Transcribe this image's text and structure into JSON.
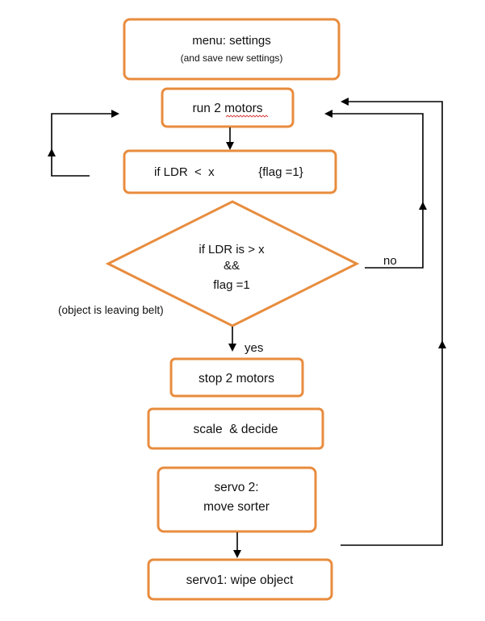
{
  "colors": {
    "box_border": "#e88c3e",
    "box_fill": "#ffffff",
    "arrow": "#000000",
    "text": "#111111",
    "spellcheck_underline": "#d93b3b"
  },
  "nodes": {
    "menu": {
      "line1": "menu: settings",
      "line2": "(and save new settings)"
    },
    "run": {
      "label": "run 2 motors"
    },
    "if_ldr_lt": {
      "label": "if LDR  <  x",
      "flag": "{flag =1}"
    },
    "decision": {
      "line1": "if LDR is > x",
      "line2": "&&",
      "line3": "flag =1"
    },
    "stop": {
      "label": "stop 2 motors"
    },
    "scale": {
      "label": "scale  & decide"
    },
    "servo2": {
      "line1": "servo 2:",
      "line2": "move sorter"
    },
    "servo1": {
      "label": "servo1: wipe object"
    }
  },
  "labels": {
    "no": "no",
    "yes": "yes",
    "object_leaving": "(object is leaving belt)"
  }
}
